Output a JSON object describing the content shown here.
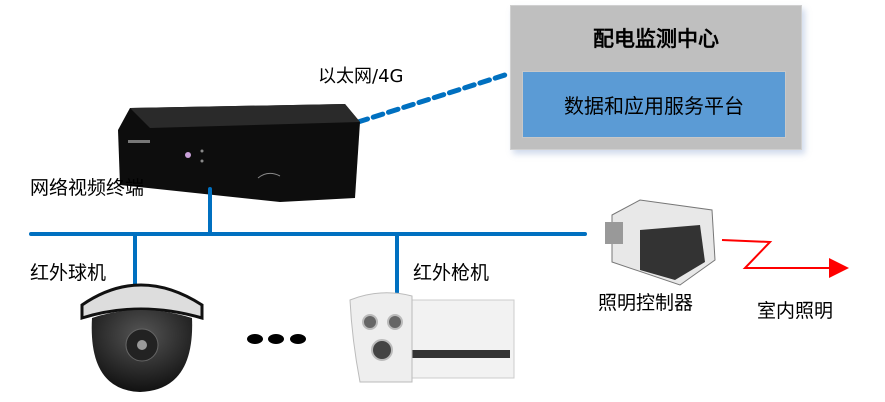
{
  "center": {
    "title": "配电监测中心",
    "platform": "数据和应用服务平台"
  },
  "links": {
    "uplink": "以太网/4G"
  },
  "devices": {
    "terminal": "网络视频终端",
    "dome_camera": "红外球机",
    "bullet_camera": "红外枪机",
    "lighting_controller": "照明控制器",
    "indoor_lighting": "室内照明"
  },
  "colors": {
    "bus": "#0070c0",
    "signal": "#ff0000",
    "center_bg": "#bfbfbf",
    "platform_bg": "#5b9bd5"
  }
}
